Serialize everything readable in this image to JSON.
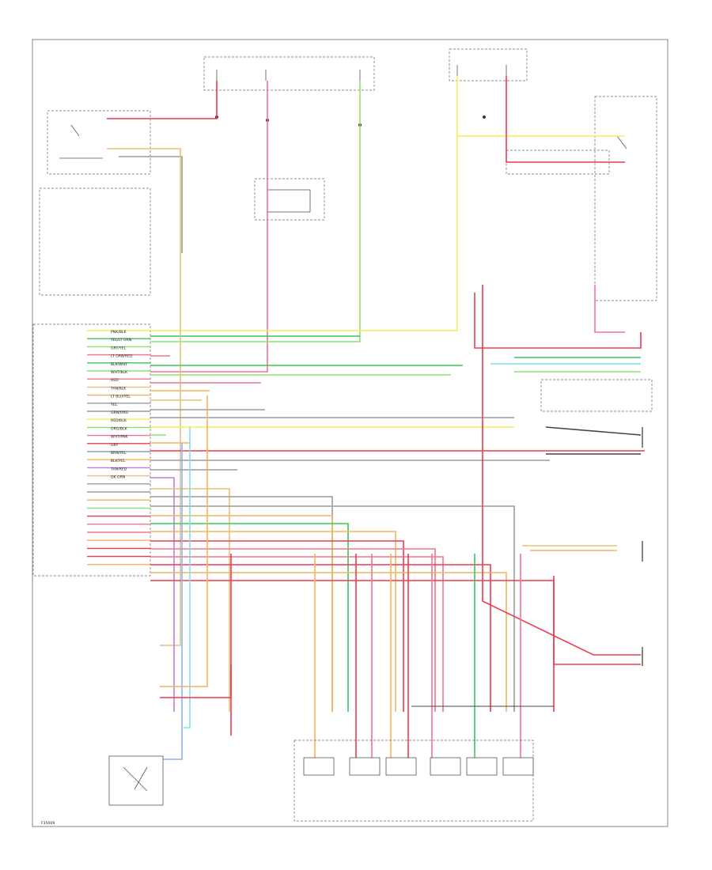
{
  "colors": {
    "pink": "#f2758f",
    "red": "#ee3a4f",
    "lightgreen": "#8fe36f",
    "green": "#39c75a",
    "yellow": "#f6ef54",
    "orange": "#f6b35a",
    "tan": "#e9c07a",
    "cyan": "#7fe0f0",
    "blue": "#8fb1ee",
    "gray": "#9a9a9a",
    "violet": "#c779e0",
    "black": "#444444"
  },
  "footer": {
    "tag": "F35009"
  },
  "wire_labels": [
    "PNK/BLK",
    "YEL/LT GRN",
    "GRY/YEL",
    "LT GRN/RED",
    "BLK/WHT",
    "WHT/BLK",
    "RED",
    "TAN/BLK",
    "LT BLU/YEL",
    "YEL",
    "GRN/ORG",
    "RED/BLK",
    "ORG/BLK",
    "WHT/PNK",
    "GRY",
    "BRN/YEL",
    "BLK/YEL",
    "TAN/RED",
    "DK GRN"
  ]
}
